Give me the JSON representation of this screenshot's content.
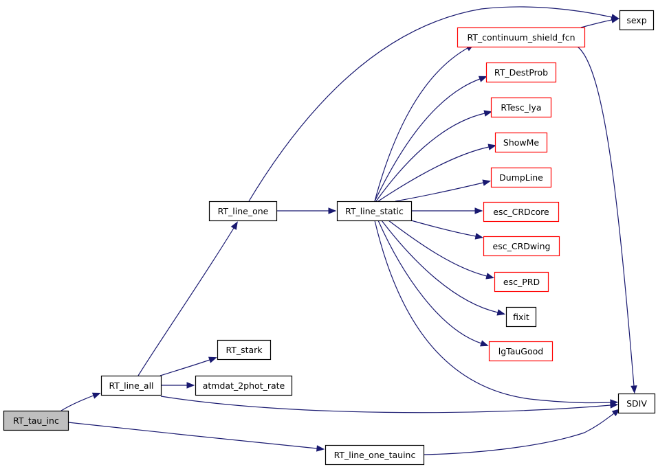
{
  "nodes": {
    "rt_tau_inc": {
      "label": "RT_tau_inc",
      "fill": "#bfbfbf",
      "border": "#000000"
    },
    "rt_line_all": {
      "label": "RT_line_all",
      "fill": "#ffffff",
      "border": "#000000"
    },
    "rt_line_one": {
      "label": "RT_line_one",
      "fill": "#ffffff",
      "border": "#000000"
    },
    "rt_stark": {
      "label": "RT_stark",
      "fill": "#ffffff",
      "border": "#000000"
    },
    "atmdat_2phot_rate": {
      "label": "atmdat_2phot_rate",
      "fill": "#ffffff",
      "border": "#000000"
    },
    "rt_line_static": {
      "label": "RT_line_static",
      "fill": "#ffffff",
      "border": "#000000"
    },
    "rt_continuum_shield_fcn": {
      "label": "RT_continuum_shield_fcn",
      "fill": "#ffffff",
      "border": "#ff0000"
    },
    "rt_destprob": {
      "label": "RT_DestProb",
      "fill": "#ffffff",
      "border": "#ff0000"
    },
    "rtesc_lya": {
      "label": "RTesc_lya",
      "fill": "#ffffff",
      "border": "#ff0000"
    },
    "showme": {
      "label": "ShowMe",
      "fill": "#ffffff",
      "border": "#ff0000"
    },
    "dumpline": {
      "label": "DumpLine",
      "fill": "#ffffff",
      "border": "#ff0000"
    },
    "esc_crdcore": {
      "label": "esc_CRDcore",
      "fill": "#ffffff",
      "border": "#ff0000"
    },
    "esc_crdwing": {
      "label": "esc_CRDwing",
      "fill": "#ffffff",
      "border": "#ff0000"
    },
    "esc_prd": {
      "label": "esc_PRD",
      "fill": "#ffffff",
      "border": "#ff0000"
    },
    "fixit": {
      "label": "fixit",
      "fill": "#ffffff",
      "border": "#000000"
    },
    "lgtaugood": {
      "label": "lgTauGood",
      "fill": "#ffffff",
      "border": "#ff0000"
    },
    "sexp": {
      "label": "sexp",
      "fill": "#ffffff",
      "border": "#000000"
    },
    "sdiv": {
      "label": "SDIV",
      "fill": "#ffffff",
      "border": "#000000"
    },
    "rt_line_one_tauinc": {
      "label": "RT_line_one_tauinc",
      "fill": "#ffffff",
      "border": "#000000"
    }
  },
  "edges": [
    {
      "from": "rt_tau_inc",
      "to": "rt_line_all"
    },
    {
      "from": "rt_tau_inc",
      "to": "rt_line_one_tauinc"
    },
    {
      "from": "rt_line_all",
      "to": "rt_line_one"
    },
    {
      "from": "rt_line_all",
      "to": "rt_stark"
    },
    {
      "from": "rt_line_all",
      "to": "atmdat_2phot_rate"
    },
    {
      "from": "rt_line_all",
      "to": "sdiv"
    },
    {
      "from": "rt_line_one",
      "to": "rt_line_static"
    },
    {
      "from": "rt_line_one",
      "to": "sexp"
    },
    {
      "from": "rt_line_static",
      "to": "rt_continuum_shield_fcn"
    },
    {
      "from": "rt_line_static",
      "to": "rt_destprob"
    },
    {
      "from": "rt_line_static",
      "to": "rtesc_lya"
    },
    {
      "from": "rt_line_static",
      "to": "showme"
    },
    {
      "from": "rt_line_static",
      "to": "dumpline"
    },
    {
      "from": "rt_line_static",
      "to": "esc_crdcore"
    },
    {
      "from": "rt_line_static",
      "to": "esc_crdwing"
    },
    {
      "from": "rt_line_static",
      "to": "esc_prd"
    },
    {
      "from": "rt_line_static",
      "to": "fixit"
    },
    {
      "from": "rt_line_static",
      "to": "lgtaugood"
    },
    {
      "from": "rt_line_static",
      "to": "sdiv"
    },
    {
      "from": "rt_continuum_shield_fcn",
      "to": "sexp"
    },
    {
      "from": "rt_continuum_shield_fcn",
      "to": "sdiv"
    },
    {
      "from": "rt_line_one_tauinc",
      "to": "sdiv"
    }
  ],
  "colors": {
    "edge": "#191970",
    "highlight_fill": "#bfbfbf",
    "link_border": "#ff0000",
    "default_border": "#000000"
  }
}
